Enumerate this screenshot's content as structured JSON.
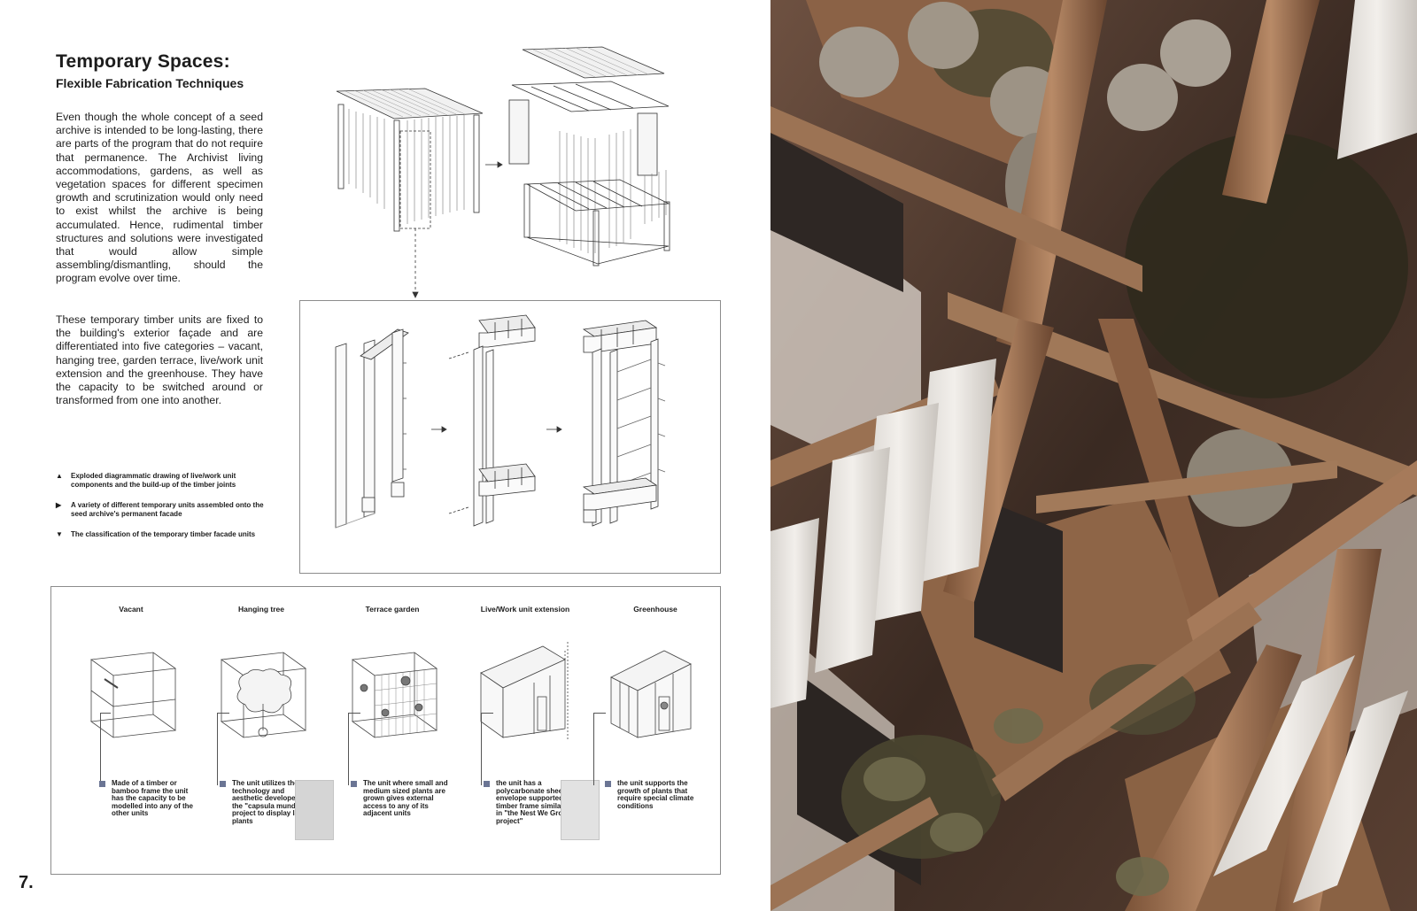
{
  "page": {
    "title": "Temporary Spaces:",
    "subtitle": "Flexible Fabrication Techniques",
    "paragraphs": [
      "Even though the whole concept of a seed archive is intended to be long-lasting, there are parts of the program that do not require that permanence. The Archivist living accommodations, gardens, as well as vegetation spaces for different specimen growth and scrutinization would only need to exist whilst the archive is being accumulated. Hence, rudimental timber structures and solutions were investigated that would allow simple assembling/dismantling, should the program evolve over time.",
      "These temporary timber units are fixed to the building's exterior façade and are differentiated into five categories – vacant, hanging tree, garden terrace, live/work unit extension and the greenhouse. They have the capacity to be switched around or transformed from one into another."
    ],
    "captions": [
      {
        "marker": "▲",
        "text": "Exploded diagrammatic drawing of live/work unit components and the build-up of the timber joints"
      },
      {
        "marker": "▶",
        "text": "A variety of different temporary units assembled onto the seed archive's permanent facade"
      },
      {
        "marker": "▼",
        "text": "The classification of the temporary timber facade units"
      }
    ],
    "page_number": "7."
  },
  "classification": [
    {
      "label": "Vacant",
      "description": "Made of a timber or bamboo frame the unit has the capacity to be modelled into any of the other units"
    },
    {
      "label": "Hanging tree",
      "description": "The unit utilizes the technology and aesthetic developed by the \"capsula mundi\" project to display larger plants"
    },
    {
      "label": "Terrace garden",
      "description": "The unit where small and medium sized plants are grown gives external access to any of its adjacent units"
    },
    {
      "label": "Live/Work unit extension",
      "description": "the unit has a polycarbonate sheet envelope supported by a timber frame similarly as in \"the Nest We Grow project\""
    },
    {
      "label": "Greenhouse",
      "description": "the unit supports the growth of plants that require special climate conditions"
    }
  ],
  "colors": {
    "text": "#1c1c1c",
    "frame": "#8c8c8c",
    "marker": "#6b7594",
    "timber": "#a67a5a",
    "timber_dark": "#5d3e2b",
    "panel": "#e4e1dc"
  },
  "icons": [
    "arrow-right-icon",
    "triangle-up-icon",
    "triangle-right-icon",
    "triangle-down-icon"
  ]
}
